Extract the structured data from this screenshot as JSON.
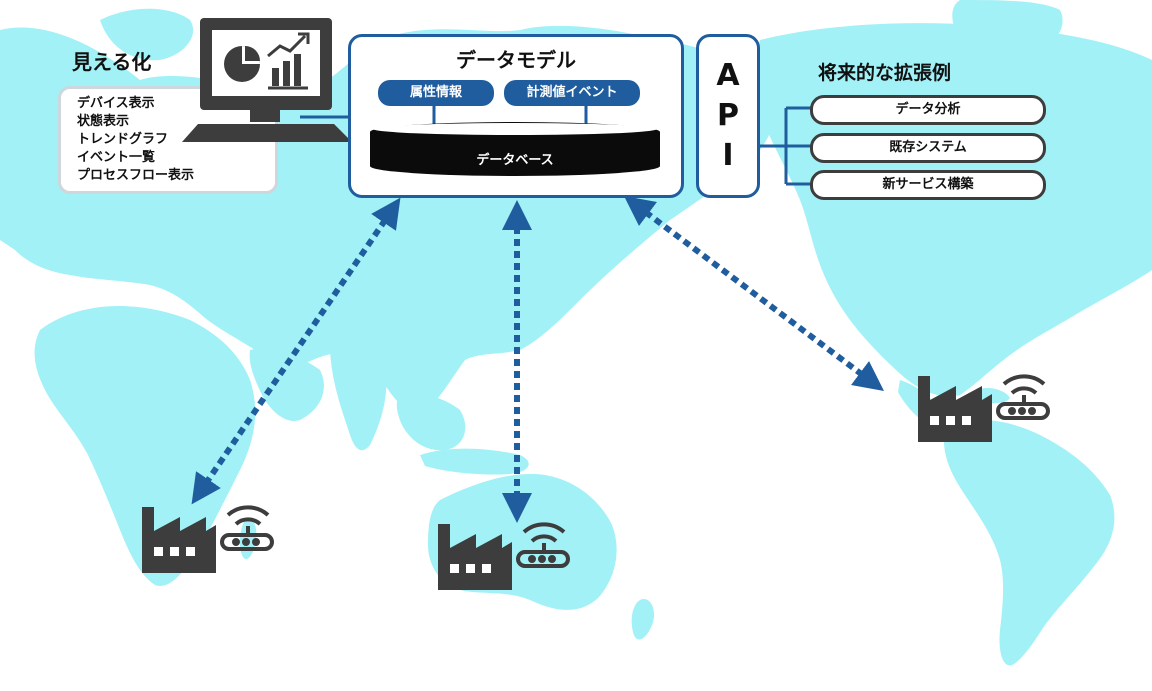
{
  "visualization": {
    "title": "見える化",
    "items": [
      "デバイス表示",
      "状態表示",
      "トレンドグラフ",
      "イベント一覧",
      "プロセスフロー表示"
    ]
  },
  "data_model": {
    "title": "データモデル",
    "tags": [
      "属性情報",
      "計測値イベント"
    ],
    "database": "データベース"
  },
  "api": {
    "letters": [
      "A",
      "P",
      "I"
    ]
  },
  "extensions": {
    "title": "将来的な拡張例",
    "items": [
      "データ分析",
      "既存システム",
      "新サービス構築"
    ]
  },
  "colors": {
    "map": "#a2f1f7",
    "accent": "#1f5d9e",
    "icon": "#3d3d3d",
    "database": "#0b0b0b"
  },
  "icons": [
    "monitor-icon",
    "pie-chart-icon",
    "bar-chart-icon",
    "factory-icon",
    "wifi-router-icon"
  ]
}
